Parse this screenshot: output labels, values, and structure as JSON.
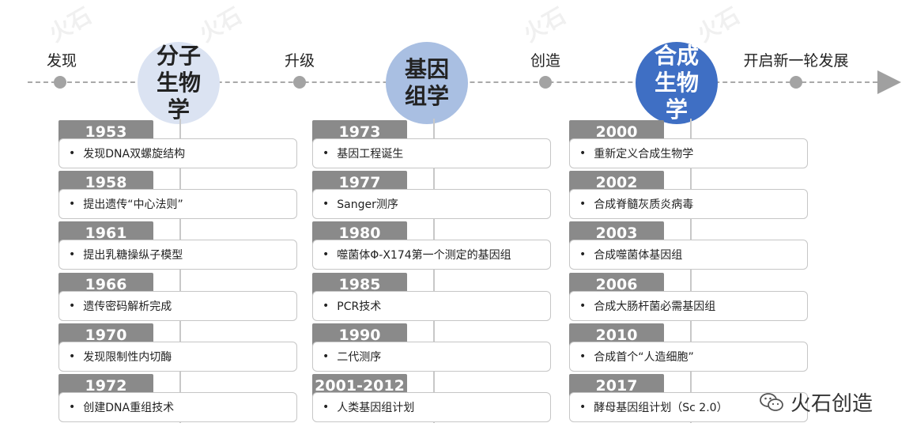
{
  "stages": [
    "发现",
    "升级",
    "创造",
    "开启新一轮发展"
  ],
  "eras": [
    {
      "line1": "分子",
      "line2": "生物学",
      "color": "#dbe3f2"
    },
    {
      "line1": "基因",
      "line2": "组学",
      "color": "#a9bfe2"
    },
    {
      "line1": "合成",
      "line2": "生物学",
      "color": "#3f6fc4"
    }
  ],
  "columns": [
    {
      "events": [
        {
          "year": "1953",
          "text": "发现DNA双螺旋结构"
        },
        {
          "year": "1958",
          "text": "提出遗传“中心法则”"
        },
        {
          "year": "1961",
          "text": "提出乳糖操纵子模型"
        },
        {
          "year": "1966",
          "text": "遗传密码解析完成"
        },
        {
          "year": "1970",
          "text": "发现限制性内切酶"
        },
        {
          "year": "1972",
          "text": "创建DNA重组技术"
        }
      ]
    },
    {
      "events": [
        {
          "year": "1973",
          "text": "基因工程诞生"
        },
        {
          "year": "1977",
          "text": "Sanger测序"
        },
        {
          "year": "1980",
          "text": "噬菌体Φ-X174第一个测定的基因组"
        },
        {
          "year": "1985",
          "text": "PCR技术"
        },
        {
          "year": "1990",
          "text": "二代测序"
        },
        {
          "year": "2001-2012",
          "text": "人类基因组计划"
        }
      ]
    },
    {
      "events": [
        {
          "year": "2000",
          "text": "重新定义合成生物学"
        },
        {
          "year": "2002",
          "text": "合成脊髓灰质炎病毒"
        },
        {
          "year": "2003",
          "text": "合成噬菌体基因组"
        },
        {
          "year": "2006",
          "text": "合成大肠杆菌必需基因组"
        },
        {
          "year": "2010",
          "text": "合成首个“人造细胞”"
        },
        {
          "year": "2017",
          "text": "酵母基因组计划（Sc 2.0）"
        }
      ]
    }
  ],
  "bullet": "•",
  "brand": {
    "name": "火石创造",
    "icon": "wechat-icon"
  }
}
